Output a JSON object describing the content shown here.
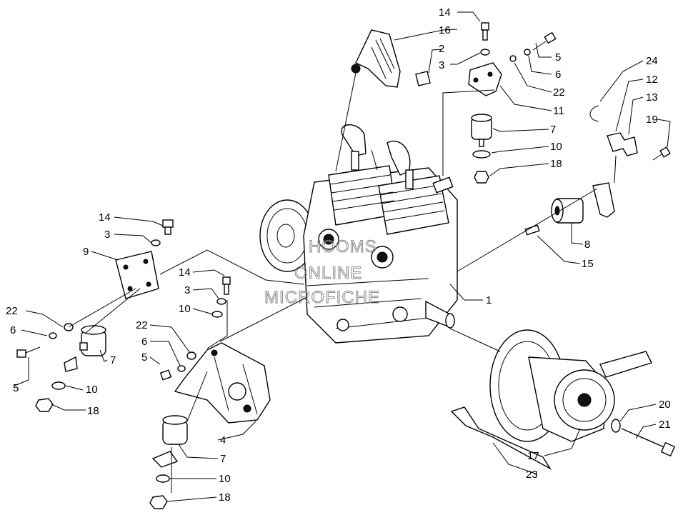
{
  "watermark": [
    "HOOMS",
    "ONLINE",
    "MICROFICHE"
  ],
  "callouts": {
    "c14_top": "14",
    "c16": "16",
    "c2": "2",
    "c3_top": "3",
    "c5_top": "5",
    "c6_top": "6",
    "c22_top": "22",
    "c11": "11",
    "c7_right": "7",
    "c10_right": "10",
    "c18_right": "18",
    "c24": "24",
    "c12": "12",
    "c13": "13",
    "c19": "19",
    "c8": "8",
    "c15": "15",
    "c1": "1",
    "c14_left": "14",
    "c3_left": "3",
    "c9": "9",
    "c22_left": "22",
    "c6_left": "6",
    "c7_left": "7",
    "c5_left": "5",
    "c10_left": "10",
    "c18_left": "18",
    "c14_mid": "14",
    "c3_mid": "3",
    "c10_mid": "10",
    "c22_mid": "22",
    "c6_mid": "6",
    "c5_mid": "5",
    "c4": "4",
    "c7_bottom": "7",
    "c10_bottom": "10",
    "c18_bottom": "18",
    "c20": "20",
    "c21": "21",
    "c17": "17",
    "c23": "23"
  }
}
